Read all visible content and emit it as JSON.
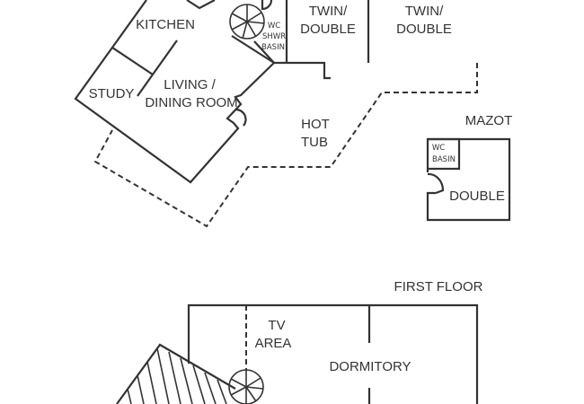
{
  "colors": {
    "line": "#333333",
    "background": "#ffffff"
  },
  "ground_floor": {
    "rooms": {
      "kitchen": "KITCHEN",
      "study": "STUDY",
      "living_line1": "LIVING /",
      "living_line2": "DINING ROOM",
      "bath_line1": "WC",
      "bath_line2": "SHWR",
      "bath_line3": "BASIN",
      "twin1_line1": "TWIN/",
      "twin1_line2": "DOUBLE",
      "twin2_line1": "TWIN/",
      "twin2_line2": "DOUBLE",
      "hottub_line1": "HOT",
      "hottub_line2": "TUB"
    }
  },
  "mazot": {
    "title": "MAZOT",
    "wc_line1": "WC",
    "wc_line2": "BASIN",
    "room": "DOUBLE"
  },
  "first_floor": {
    "title": "FIRST FLOOR",
    "tv_line1": "TV",
    "tv_line2": "AREA",
    "dormitory": "DORMITORY"
  }
}
